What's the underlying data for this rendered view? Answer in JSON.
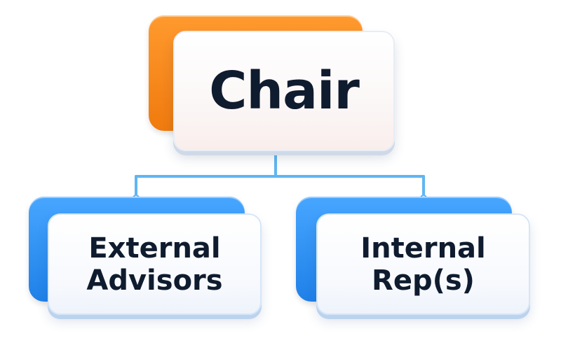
{
  "diagram": {
    "nodes": {
      "chair": {
        "label": "Chair",
        "accent": "#f5860f"
      },
      "external": {
        "lines": [
          "External",
          "Advisors"
        ],
        "accent": "#2b8ff0"
      },
      "internal": {
        "lines": [
          "Internal",
          "Rep(s)"
        ],
        "accent": "#2b8ff0"
      }
    },
    "connector_color": "#5fb6f2",
    "edges": [
      {
        "from": "chair",
        "to": "external"
      },
      {
        "from": "chair",
        "to": "internal"
      }
    ]
  }
}
